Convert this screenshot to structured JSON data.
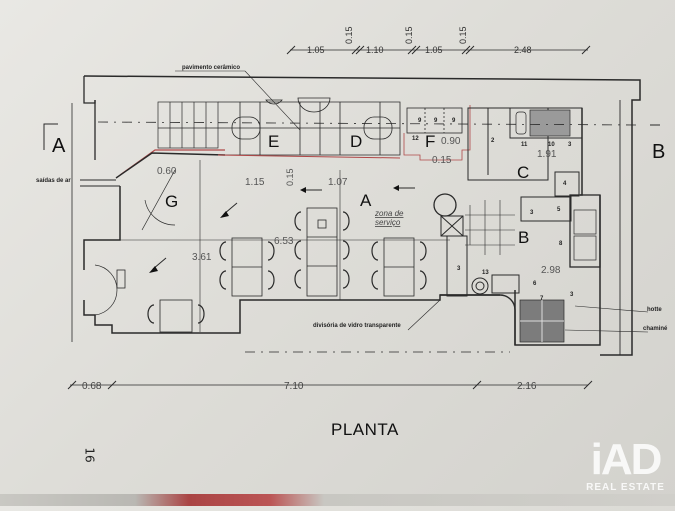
{
  "drawing": {
    "title": "PLANTA",
    "hand_note": "16",
    "section_markers": [
      "A",
      "B"
    ],
    "top_dimensions": [
      "1.05",
      "0.15",
      "1.10",
      "0.15",
      "1.05",
      "0.15",
      "2.48"
    ],
    "bottom_dimensions": [
      "0.68",
      "7.10",
      "2.16"
    ],
    "interior_dimensions": {
      "d_060": "0.60",
      "d_115": "1.15",
      "d_015_a": "0.15",
      "d_107": "1.07",
      "d_653": "6.53",
      "d_361": "3.61",
      "d_090": "0.90",
      "d_015_b": "0.15",
      "d_191": "1.91",
      "d_298": "2.98"
    },
    "room_labels": {
      "A": "A",
      "B": "B",
      "C": "C",
      "D": "D",
      "E": "E",
      "F": "F",
      "G": "G"
    },
    "annotations": {
      "pavimento": "pavimento cerâmico",
      "saidas": "saídas de ar",
      "zona_line1": "zona de",
      "zona_line2": "serviço",
      "divisoria": "divisória de vidro transparente",
      "hotte": "hotte",
      "chamine": "chaminé"
    },
    "equipment_numbers": {
      "n2": "2",
      "n3a": "3",
      "n3b": "3",
      "n3c": "3",
      "n3d": "3",
      "n4": "4",
      "n5": "5",
      "n6": "6",
      "n7": "7",
      "n8": "8",
      "n9a": "9",
      "n9b": "9",
      "n9c": "9",
      "n10": "10",
      "n11": "11",
      "n12": "12",
      "n13": "13"
    }
  },
  "watermark": {
    "brand": "iAD",
    "tagline": "REAL ESTATE"
  }
}
